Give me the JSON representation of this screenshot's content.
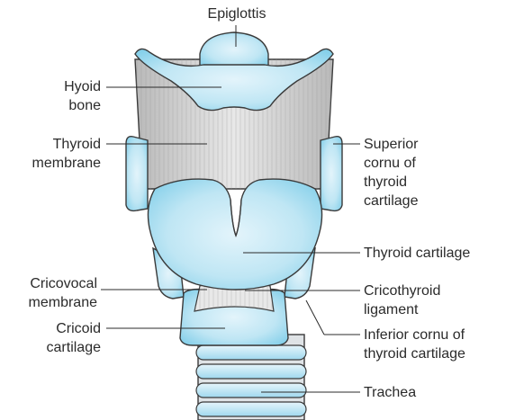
{
  "labels": {
    "epiglottis": "Epiglottis",
    "hyoid_bone": [
      "Hyoid",
      "bone"
    ],
    "thyroid_membrane": [
      "Thyroid",
      "membrane"
    ],
    "superior_cornu": [
      "Superior",
      "cornu of",
      "thyroid",
      "cartilage"
    ],
    "thyroid_cartilage": "Thyroid cartilage",
    "cricovocal_membrane": [
      "Cricovocal",
      "membrane"
    ],
    "cricothyroid_ligament": [
      "Cricothyroid",
      "ligament"
    ],
    "cricoid_cartilage": [
      "Cricoid",
      "cartilage"
    ],
    "inferior_cornu": [
      "Inferior cornu of",
      "thyroid cartilage"
    ],
    "trachea": "Trachea"
  },
  "colors": {
    "cartilage_fill": "#bfe6f4",
    "cartilage_shade": "#7fcde8",
    "outline": "#3a3a3a",
    "membrane": "#dcdcdc",
    "leader_line": "#2b2b2b",
    "text": "#2b2b2b"
  }
}
